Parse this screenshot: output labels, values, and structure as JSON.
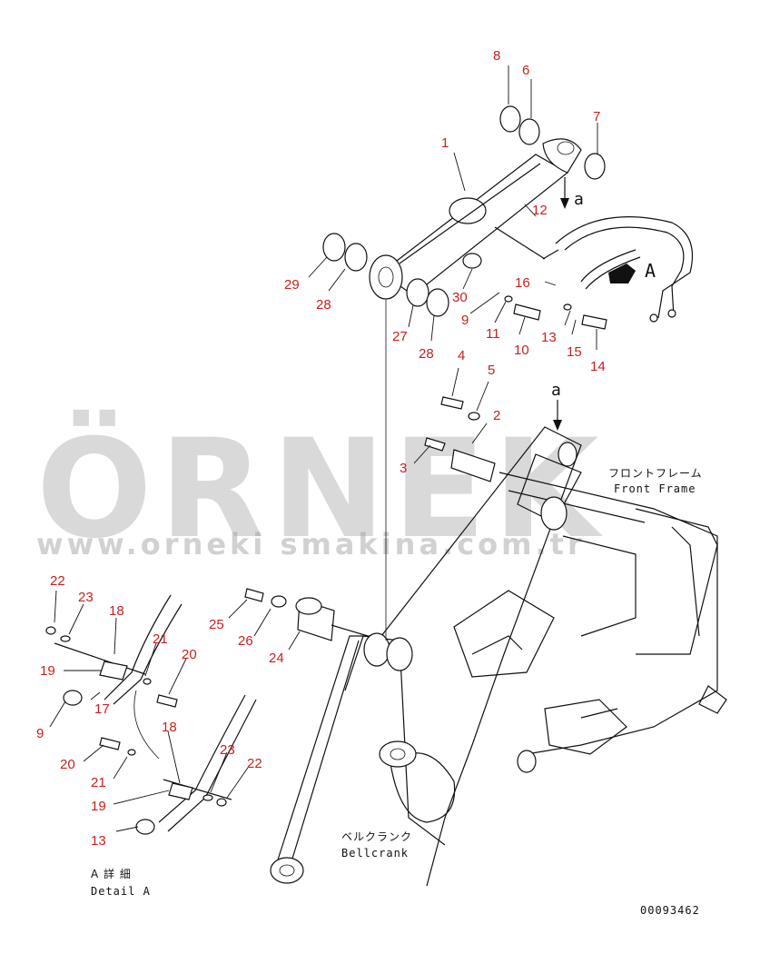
{
  "callouts": {
    "c1": "1",
    "c2": "2",
    "c3": "3",
    "c4": "4",
    "c5": "5",
    "c6": "6",
    "c7": "7",
    "c8": "8",
    "c9a": "9",
    "c9b": "9",
    "c10": "10",
    "c11": "11",
    "c12": "12",
    "c13a": "13",
    "c13b": "13",
    "c14": "14",
    "c15": "15",
    "c16": "16",
    "c17": "17",
    "c18a": "18",
    "c18b": "18",
    "c19a": "19",
    "c19b": "19",
    "c20a": "20",
    "c20b": "20",
    "c21a": "21",
    "c21b": "21",
    "c22a": "22",
    "c22b": "22",
    "c23a": "23",
    "c23b": "23",
    "c24": "24",
    "c25": "25",
    "c26": "26",
    "c27": "27",
    "c28a": "28",
    "c28b": "28",
    "c29": "29",
    "c30": "30"
  },
  "view_markers": {
    "a_top": "a",
    "a_mid": "a",
    "A_arrow": "A"
  },
  "labels": {
    "front_frame_jp": "フロントフレーム",
    "front_frame_en": "Front Frame",
    "bellcrank_jp": "ベルクランク",
    "bellcrank_en": "Bellcrank",
    "detail_jp": "A 詳 細",
    "detail_en": "Detail A"
  },
  "watermark": {
    "brand": "ÖRNEK",
    "url": "www.orneki smakina.com.tr"
  },
  "drawing_number": "00093462",
  "colors": {
    "callout": "#c8201f",
    "line": "#111111",
    "watermark": "#9a9a9a"
  }
}
